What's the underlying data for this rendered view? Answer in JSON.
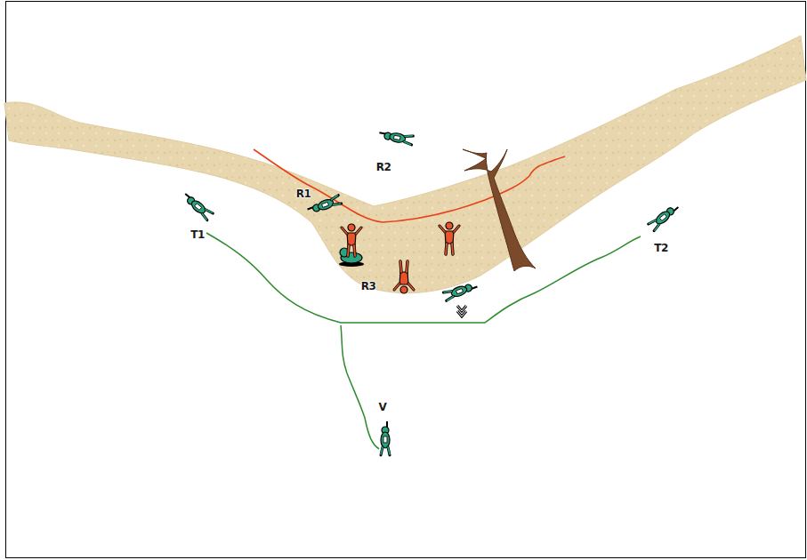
{
  "diagram": {
    "labels": [
      "R2",
      "R1",
      "T1",
      "T2",
      "R3",
      "V"
    ]
  }
}
